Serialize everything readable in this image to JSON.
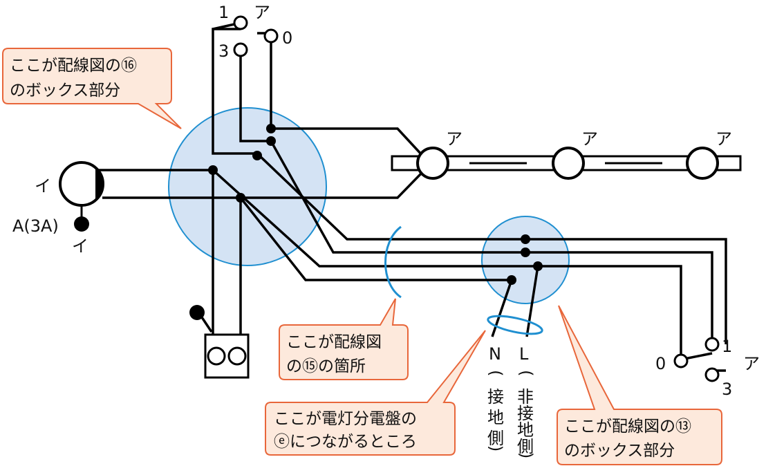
{
  "switch_top": {
    "t1": "1",
    "common": "ア",
    "t0": "0",
    "t3": "3"
  },
  "switch_bottom": {
    "t0": "0",
    "t1": "1",
    "common": "ア",
    "t3": "3"
  },
  "lamps": [
    "ア",
    "ア",
    "ア"
  ],
  "lamp_left": {
    "label": "イ"
  },
  "breaker": {
    "label": "A(3A)",
    "sub": "イ"
  },
  "feed": {
    "n": [
      "N",
      "(",
      "接",
      "地",
      "側",
      ")"
    ],
    "l": [
      "L",
      "(",
      "非",
      "接",
      "地",
      "側",
      ")"
    ]
  },
  "callouts": {
    "c16": {
      "line1": "ここが配線図の⑯",
      "line2": "のボックス部分"
    },
    "c15": {
      "line1": "ここが配線図",
      "line2": "の⑮の箇所"
    },
    "ce": {
      "line1": "ここが電灯分電盤の",
      "line2": "ⓔにつながるところ"
    },
    "c13": {
      "line1": "ここが配線図の⑬",
      "line2": "のボックス部分"
    }
  },
  "colors": {
    "box_fill": "#d4e3f4",
    "box_stroke": "#1f8fd0",
    "callout_fill": "#fde9dc",
    "callout_stroke": "#e8663a",
    "wire": "#000000",
    "marker": "#1f8fd0"
  }
}
